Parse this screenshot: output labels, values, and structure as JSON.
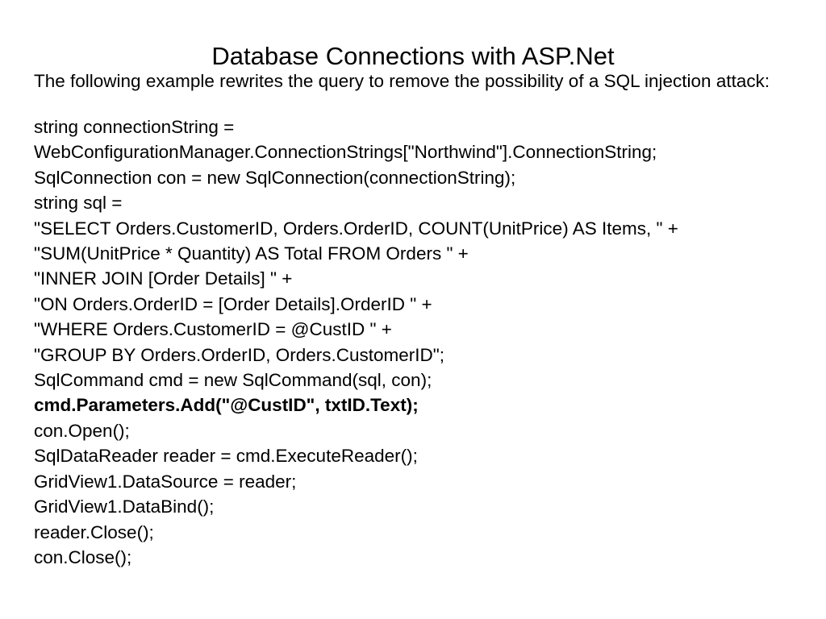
{
  "slide": {
    "title": "Database Connections with ASP.Net",
    "intro": "The following example rewrites the query to remove the possibility of a SQL injection attack:",
    "code_lines": [
      {
        "text": "string connectionString =",
        "bold": false
      },
      {
        "text": "WebConfigurationManager.ConnectionStrings[\"Northwind\"].ConnectionString;",
        "bold": false
      },
      {
        "text": "SqlConnection con = new SqlConnection(connectionString);",
        "bold": false
      },
      {
        "text": "string sql =",
        "bold": false
      },
      {
        "text": "\"SELECT Orders.CustomerID, Orders.OrderID, COUNT(UnitPrice) AS Items, \" +",
        "bold": false
      },
      {
        "text": "\"SUM(UnitPrice * Quantity) AS Total FROM Orders \" +",
        "bold": false
      },
      {
        "text": "\"INNER JOIN [Order Details] \" +",
        "bold": false
      },
      {
        "text": "\"ON Orders.OrderID = [Order Details].OrderID \" +",
        "bold": false
      },
      {
        "text": "\"WHERE Orders.CustomerID = @CustID \" +",
        "bold": false
      },
      {
        "text": "\"GROUP BY Orders.OrderID, Orders.CustomerID\";",
        "bold": false
      },
      {
        "text": "SqlCommand cmd = new SqlCommand(sql, con);",
        "bold": false
      },
      {
        "text": "cmd.Parameters.Add(\"@CustID\", txtID.Text);",
        "bold": true
      },
      {
        "text": "con.Open();",
        "bold": false
      },
      {
        "text": "SqlDataReader reader = cmd.ExecuteReader();",
        "bold": false
      },
      {
        "text": "GridView1.DataSource = reader;",
        "bold": false
      },
      {
        "text": "GridView1.DataBind();",
        "bold": false
      },
      {
        "text": "reader.Close();",
        "bold": false
      },
      {
        "text": "con.Close();",
        "bold": false
      }
    ],
    "colors": {
      "background": "#ffffff",
      "text": "#000000"
    }
  }
}
